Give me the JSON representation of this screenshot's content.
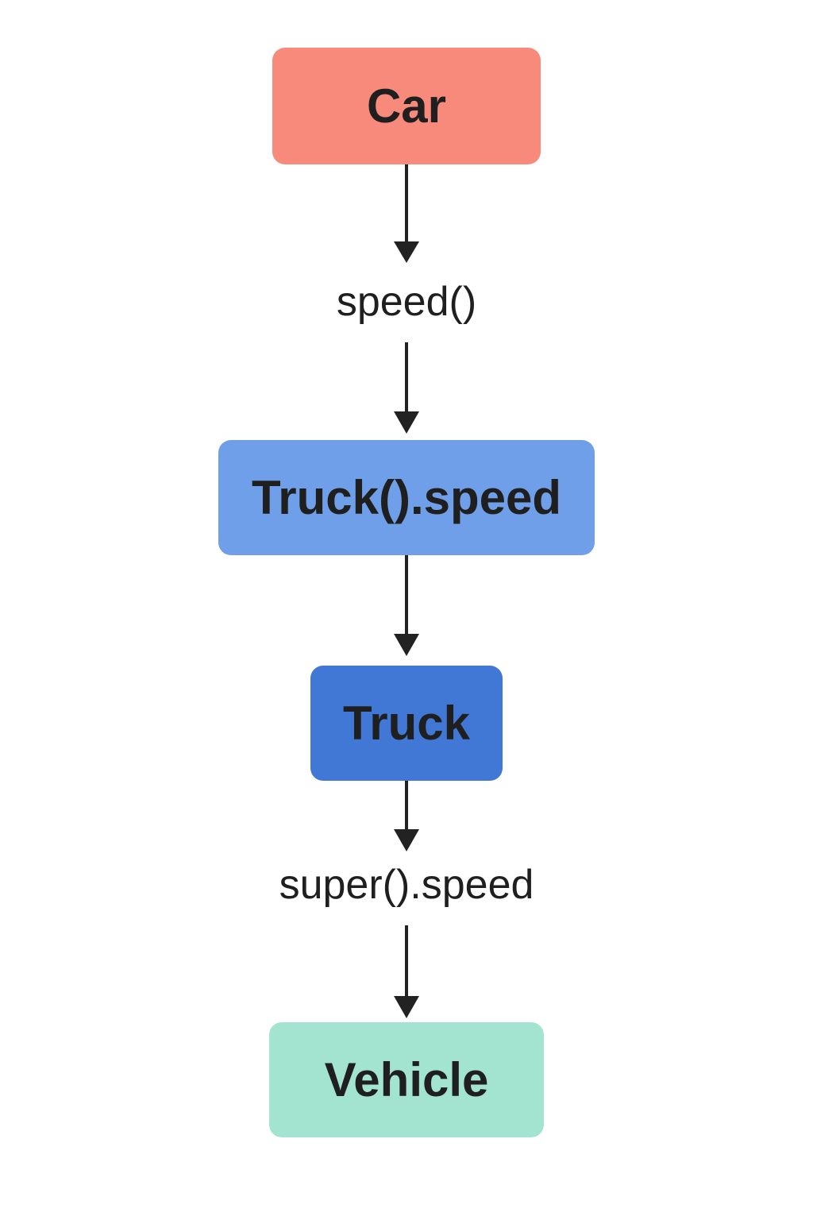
{
  "nodes": {
    "car": {
      "label": "Car",
      "color": "#f88a7c"
    },
    "truck_speed": {
      "label": "Truck().speed",
      "color": "#6f9fe8"
    },
    "truck": {
      "label": "Truck",
      "color": "#4178d6"
    },
    "vehicle": {
      "label": "Vehicle",
      "color": "#a2e4d0"
    }
  },
  "edge_labels": {
    "speed_call": "speed()",
    "super_speed": "super().speed"
  },
  "arrow_color": "#222222"
}
